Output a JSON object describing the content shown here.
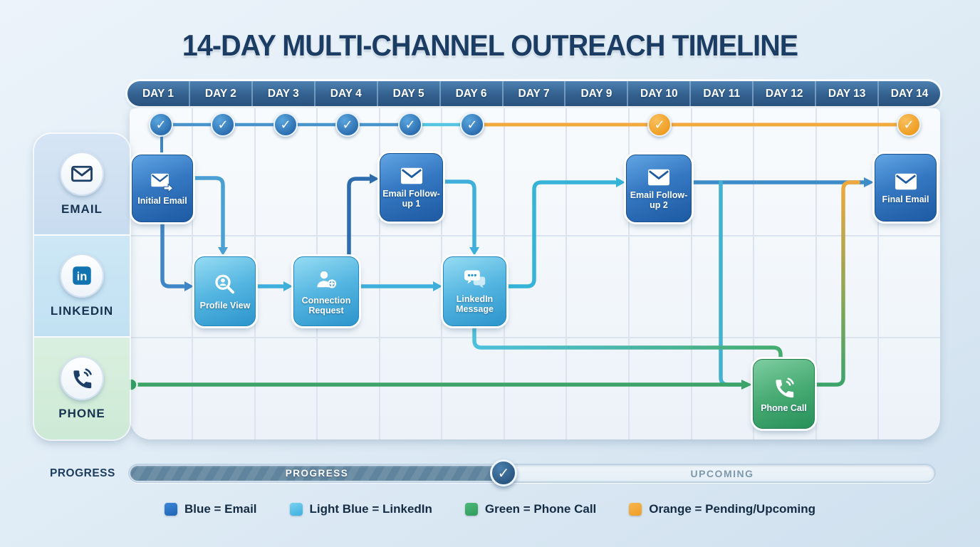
{
  "title": "14-DAY MULTI-CHANNEL OUTREACH TIMELINE",
  "header": {
    "days": [
      {
        "label": "DAY 1",
        "checkpoint": "completed-blue"
      },
      {
        "label": "DAY 2",
        "checkpoint": "completed-blue"
      },
      {
        "label": "DAY 3",
        "checkpoint": "completed-blue"
      },
      {
        "label": "DAY 4",
        "checkpoint": "completed-blue"
      },
      {
        "label": "DAY 5",
        "checkpoint": "completed-blue"
      },
      {
        "label": "DAY 6",
        "checkpoint": "completed-blue"
      },
      {
        "label": "DAY 7",
        "checkpoint": null
      },
      {
        "label": "DAY 9",
        "checkpoint": null
      },
      {
        "label": "DAY 10",
        "checkpoint": "pending-orange"
      },
      {
        "label": "DAY 11",
        "checkpoint": null
      },
      {
        "label": "DAY 12",
        "checkpoint": null
      },
      {
        "label": "DAY 13",
        "checkpoint": null
      },
      {
        "label": "DAY 14",
        "checkpoint": "pending-orange"
      }
    ]
  },
  "channels": [
    {
      "id": "email",
      "label": "EMAIL",
      "icon": "envelope-icon"
    },
    {
      "id": "linkedin",
      "label": "LINKEDIN",
      "icon": "linkedin-icon"
    },
    {
      "id": "phone",
      "label": "PHONE",
      "icon": "phone-icon"
    }
  ],
  "nodes": [
    {
      "id": "initial-email",
      "label": "Initial Email",
      "channel": "email",
      "day": 1,
      "color": "blue",
      "icon": "envelope-forward-icon"
    },
    {
      "id": "profile-view",
      "label": "Profile View",
      "channel": "linkedin",
      "day": 2,
      "color": "lblue",
      "icon": "magnifier-person-icon"
    },
    {
      "id": "connection-request",
      "label": "Connection Request",
      "channel": "linkedin",
      "day": 4,
      "color": "lblue",
      "icon": "person-plus-icon"
    },
    {
      "id": "email-follow-up-1",
      "label": "Email Follow-up 1",
      "channel": "email",
      "day": 5,
      "color": "blue",
      "icon": "envelope-icon"
    },
    {
      "id": "linkedin-message",
      "label": "LinkedIn Message",
      "channel": "linkedin",
      "day": 6,
      "color": "lblue",
      "icon": "chat-bubbles-icon"
    },
    {
      "id": "email-follow-up-2",
      "label": "Email Follow-up 2",
      "channel": "email",
      "day": 10,
      "color": "blue",
      "icon": "envelope-icon"
    },
    {
      "id": "phone-call",
      "label": "Phone Call",
      "channel": "phone",
      "day": 12,
      "color": "green",
      "icon": "phone-icon"
    },
    {
      "id": "final-email",
      "label": "Final Email",
      "channel": "email",
      "day": 14,
      "color": "blue",
      "icon": "envelope-icon"
    }
  ],
  "connections": [
    {
      "from": "day-1-checkpoint",
      "to": "initial-email"
    },
    {
      "from": "initial-email",
      "to": "profile-view"
    },
    {
      "from": "profile-view",
      "to": "connection-request"
    },
    {
      "from": "connection-request",
      "to": "email-follow-up-1"
    },
    {
      "from": "connection-request",
      "to": "linkedin-message"
    },
    {
      "from": "email-follow-up-1",
      "to": "linkedin-message"
    },
    {
      "from": "linkedin-message",
      "to": "email-follow-up-2"
    },
    {
      "from": "linkedin-message",
      "to": "phone-call"
    },
    {
      "from": "email-follow-up-2",
      "to": "phone-call"
    },
    {
      "from": "email-follow-up-2",
      "to": "final-email"
    },
    {
      "from": "phone-call",
      "to": "final-email"
    },
    {
      "from": "phone-channel-start",
      "to": "phone-call"
    }
  ],
  "progress": {
    "label": "PROGRESS",
    "completed_label": "PROGRESS",
    "upcoming_label": "UPCOMING",
    "percent_complete": 46
  },
  "legend": [
    {
      "label": "Blue = Email",
      "color": "#2b74c8",
      "swatch": "sw-email"
    },
    {
      "label": "Light Blue = LinkedIn",
      "color": "#59c2ea",
      "swatch": "sw-linkedin"
    },
    {
      "label": "Green = Phone Call",
      "color": "#3aa568",
      "swatch": "sw-phone"
    },
    {
      "label": "Orange = Pending/Upcoming",
      "color": "#f2a93e",
      "swatch": "sw-pending"
    }
  ],
  "colors": {
    "email_blue": "#2b74c8",
    "linkedin_light_blue": "#59c2ea",
    "phone_green": "#3aa568",
    "pending_orange": "#f2a93e"
  }
}
